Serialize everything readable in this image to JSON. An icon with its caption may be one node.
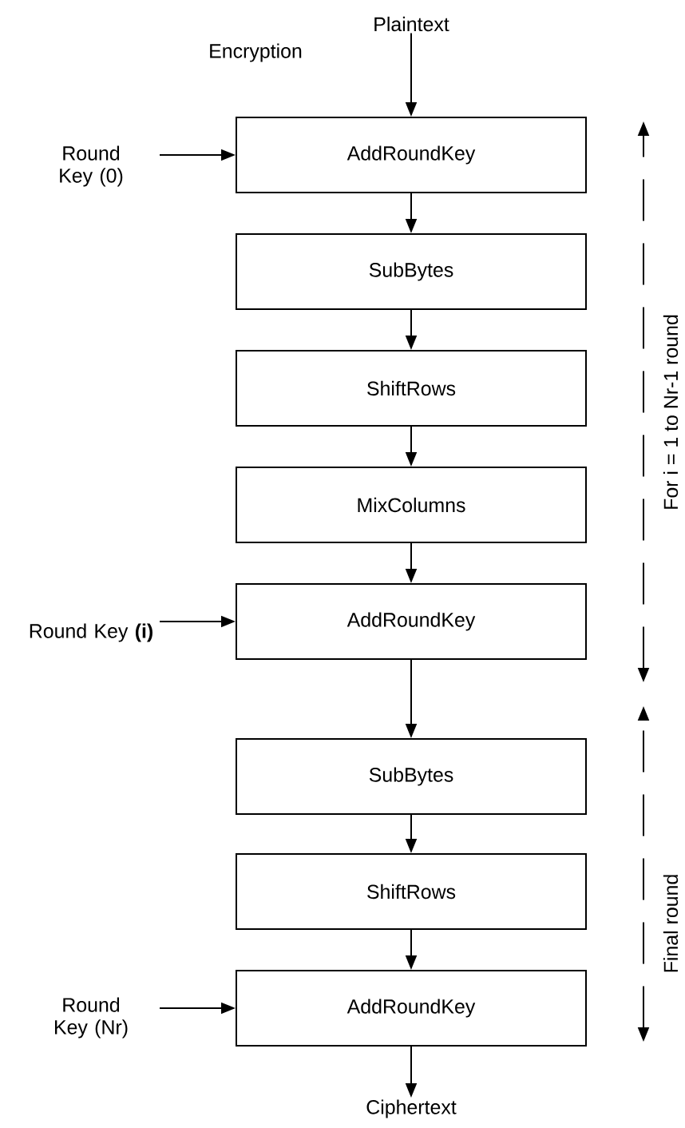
{
  "diagram": {
    "title": "Encryption",
    "nodes": [
      {
        "text": [
          "Plaintext"
        ]
      },
      {
        "text": [
          "AddRoundKey"
        ]
      },
      {
        "text": [
          "SubBytes"
        ]
      },
      {
        "text": [
          "ShiftRows"
        ]
      },
      {
        "text": [
          "MixColumns"
        ]
      },
      {
        "text": [
          "AddRoundKey"
        ]
      },
      {
        "text": [
          "SubBytes"
        ]
      },
      {
        "text": [
          "ShiftRows"
        ]
      },
      {
        "text": [
          "AddRoundKey"
        ]
      },
      {
        "text": [
          "Ciphertext"
        ]
      },
      {
        "text": [
          "Round Key (0)"
        ]
      },
      {
        "text": [
          "Round Key **(i)**"
        ]
      },
      {
        "text": [
          "Round Key (Nr)"
        ]
      }
    ],
    "edges": [
      {
        "from": 0,
        "to": 1,
        "arrow": "to"
      },
      {
        "from": 1,
        "to": 2,
        "arrow": "to"
      },
      {
        "from": 2,
        "to": 3,
        "arrow": "to"
      },
      {
        "from": 3,
        "to": 4,
        "arrow": "to"
      },
      {
        "from": 4,
        "to": 5,
        "arrow": "to"
      },
      {
        "from": 5,
        "to": 6,
        "arrow": "to"
      },
      {
        "from": 6,
        "to": 7,
        "arrow": "to"
      },
      {
        "from": 7,
        "to": 8,
        "arrow": "to"
      },
      {
        "from": 8,
        "to": 9,
        "arrow": "to"
      },
      {
        "from": 10,
        "to": 1,
        "arrow": "to"
      },
      {
        "from": 11,
        "to": 5,
        "arrow": "to"
      },
      {
        "from": 12,
        "to": 8,
        "arrow": "to"
      }
    ],
    "labels": [
      "For i = 1 to Nr-1 round",
      "Final round"
    ]
  }
}
